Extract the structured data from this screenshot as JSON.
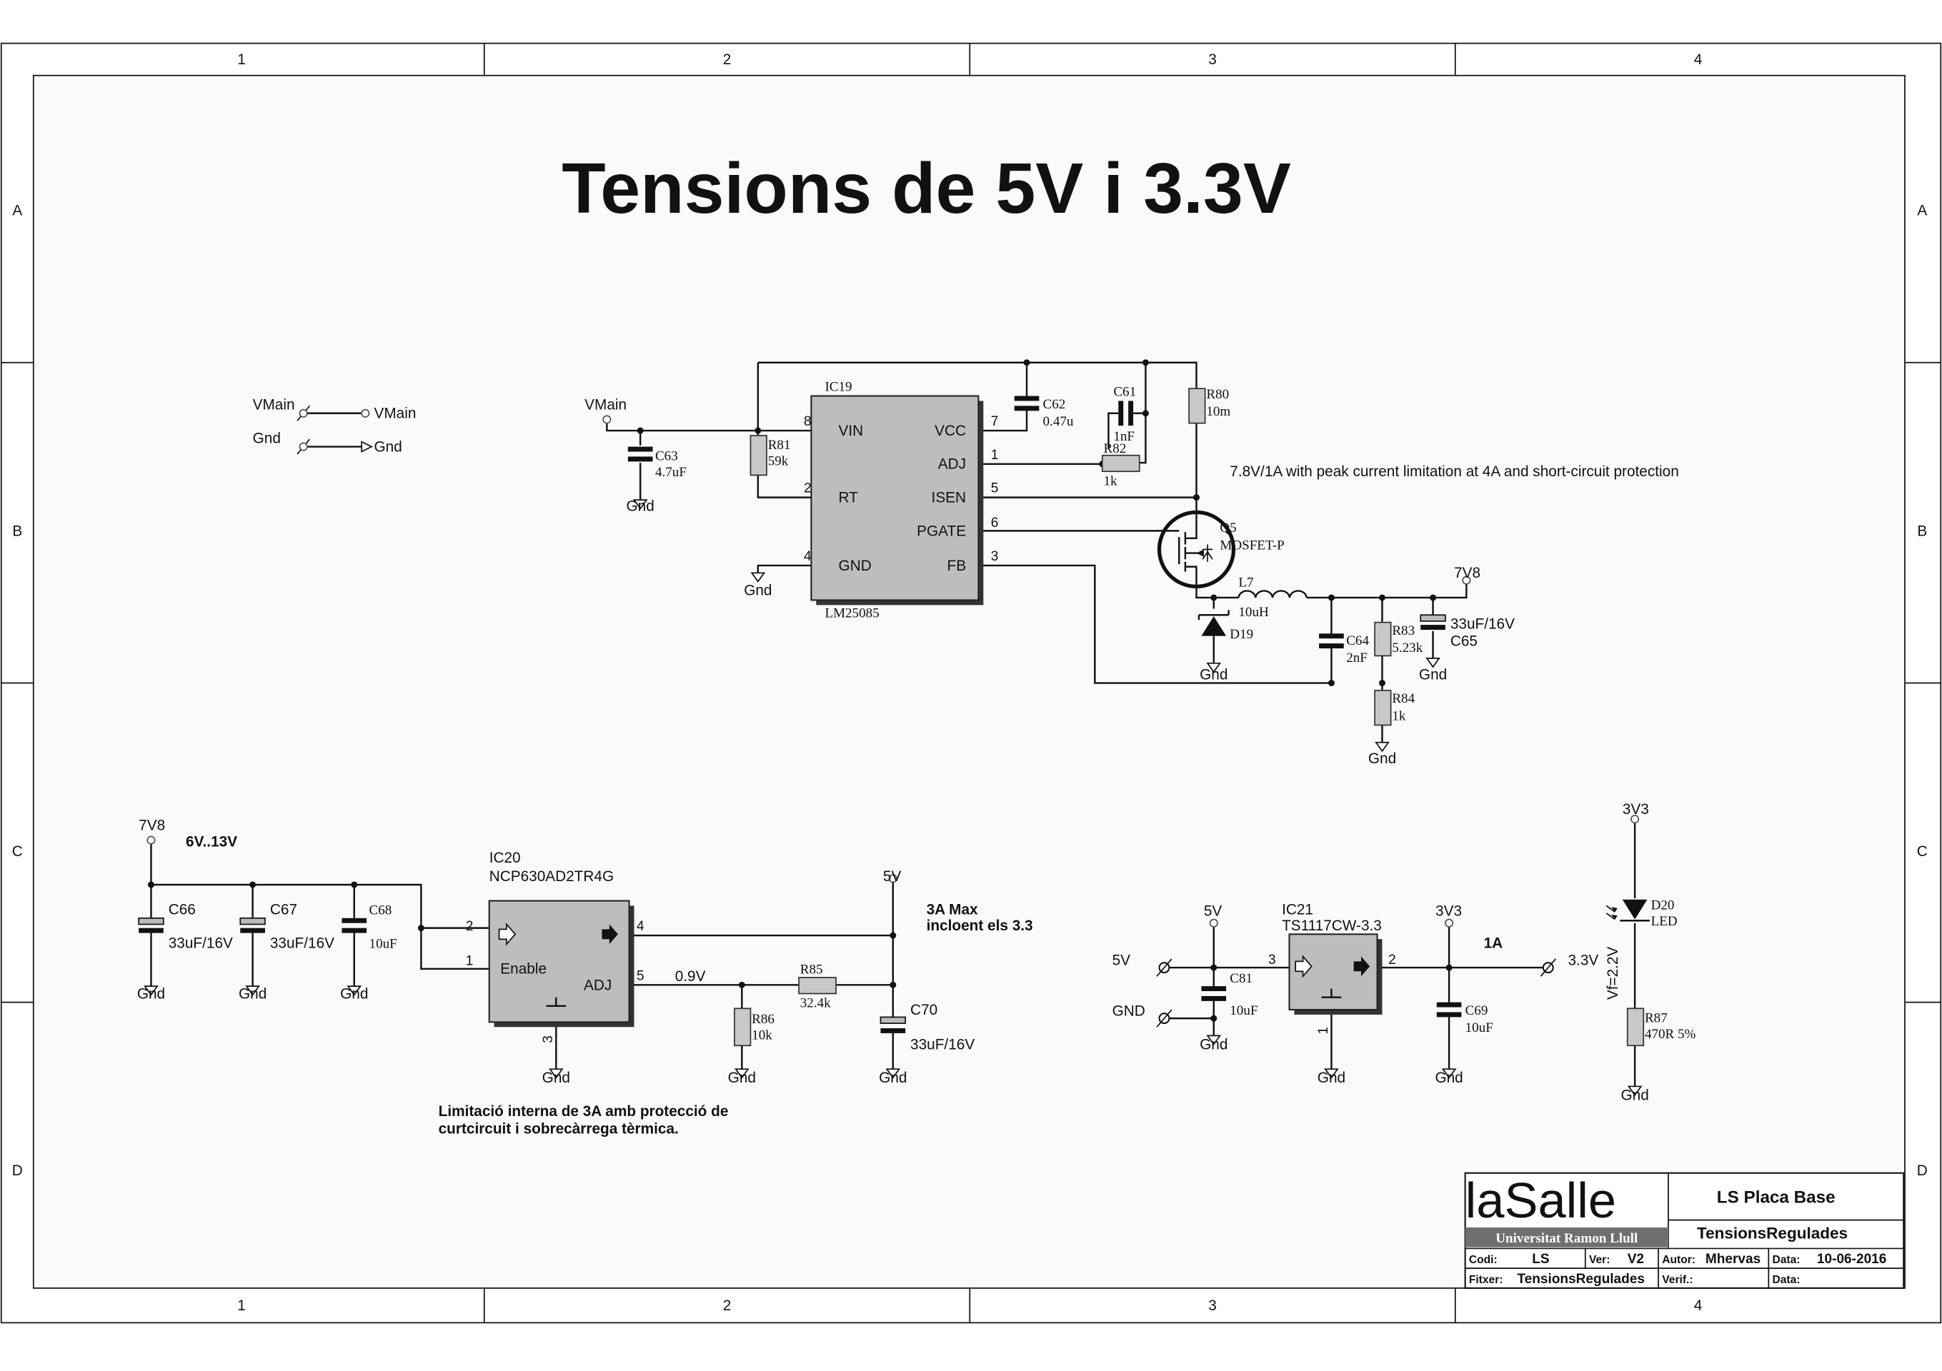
{
  "frame": {
    "columns": [
      "1",
      "2",
      "3",
      "4"
    ],
    "rows": [
      "A",
      "B",
      "C",
      "D"
    ]
  },
  "title": "Tensions de 5V i 3.3V",
  "global_ports": [
    {
      "in": "VMain",
      "out": "VMain"
    },
    {
      "in": "Gnd",
      "out": "Gnd"
    }
  ],
  "nets": {
    "vmain": "VMain",
    "gnd": "Gnd",
    "v7v8": "7V8",
    "v5v": "5V",
    "v3v3": "3V3",
    "gnd_caps": "GND"
  },
  "buck": {
    "ic_ref": "IC19",
    "ic_part": "LM25085",
    "pins": [
      {
        "num": "8",
        "name": "VIN"
      },
      {
        "num": "2",
        "name": "RT"
      },
      {
        "num": "4",
        "name": "GND"
      },
      {
        "num": "7",
        "name": "VCC"
      },
      {
        "num": "1",
        "name": "ADJ"
      },
      {
        "num": "5",
        "name": "ISEN"
      },
      {
        "num": "6",
        "name": "PGATE"
      },
      {
        "num": "3",
        "name": "FB"
      }
    ],
    "components": [
      {
        "ref": "C63",
        "value": "4.7uF"
      },
      {
        "ref": "R81",
        "value": "59k"
      },
      {
        "ref": "C62",
        "value": "0.47u"
      },
      {
        "ref": "C61",
        "value": "1nF"
      },
      {
        "ref": "R82",
        "value": "1k"
      },
      {
        "ref": "R80",
        "value": "10m"
      },
      {
        "ref": "Q5",
        "value": "MOSFET-P"
      },
      {
        "ref": "L7",
        "value": "10uH"
      },
      {
        "ref": "D19",
        "value": ""
      },
      {
        "ref": "C64",
        "value": "2nF"
      },
      {
        "ref": "R83",
        "value": "5.23k"
      },
      {
        "ref": "C65",
        "value": "33uF/16V"
      },
      {
        "ref": "R84",
        "value": "1k"
      }
    ],
    "note": "7.8V/1A with peak current limitation at 4A and short-circuit protection"
  },
  "ldo5": {
    "input_range": "6V..13V",
    "ic_ref": "IC20",
    "ic_part": "NCP630AD2TR4G",
    "pins": [
      {
        "num": "2",
        "name": ""
      },
      {
        "num": "1",
        "name": "Enable"
      },
      {
        "num": "3",
        "name": ""
      },
      {
        "num": "4",
        "name": ""
      },
      {
        "num": "5",
        "name": "ADJ"
      }
    ],
    "components": [
      {
        "ref": "C66",
        "value": "33uF/16V"
      },
      {
        "ref": "C67",
        "value": "33uF/16V"
      },
      {
        "ref": "C68",
        "value": "10uF"
      },
      {
        "ref": "R85",
        "value": "32.4k"
      },
      {
        "ref": "R86",
        "value": "10k"
      },
      {
        "ref": "C70",
        "value": "33uF/16V"
      }
    ],
    "adj_voltage": "0.9V",
    "max_note": [
      "3A Max",
      "incloent els 3.3"
    ],
    "limit_note": [
      "Limitació interna de 3A amb protecció de",
      "curtcircuit i sobrecàrrega tèrmica."
    ]
  },
  "ldo33": {
    "ic_ref": "IC21",
    "ic_part": "TS1117CW-3.3",
    "pins": [
      {
        "num": "3",
        "name": ""
      },
      {
        "num": "2",
        "name": ""
      },
      {
        "num": "1",
        "name": ""
      }
    ],
    "components": [
      {
        "ref": "C81",
        "value": "10uF"
      },
      {
        "ref": "C69",
        "value": "10uF"
      }
    ],
    "current": "1A",
    "terminal_5v": "5V",
    "terminal_gnd": "GND",
    "terminal_3v3": "3.3V"
  },
  "led": {
    "ref": "D20",
    "value": "LED",
    "vf": "Vf=2.2V",
    "res_ref": "R87",
    "res_value": "470R 5%"
  },
  "title_block": {
    "logo": "laSalle",
    "university": "Universitat Ramon Llull",
    "project": "LS Placa Base",
    "sheet_name": "TensionsRegulades",
    "codi_label": "Codi:",
    "codi": "LS",
    "ver_label": "Ver:",
    "ver": "V2",
    "autor_label": "Autor:",
    "autor": "Mhervas",
    "data_label": "Data:",
    "data": "10-06-2016",
    "fitxer_label": "Fitxer:",
    "fitxer": "TensionsRegulades",
    "verif_label": "Verif.:",
    "verif": "",
    "data2_label": "Data:",
    "data2": ""
  },
  "colors": {
    "ink": "#111111",
    "part_fill": "#bdbdbd",
    "logo_band": "#6f6f6f"
  }
}
